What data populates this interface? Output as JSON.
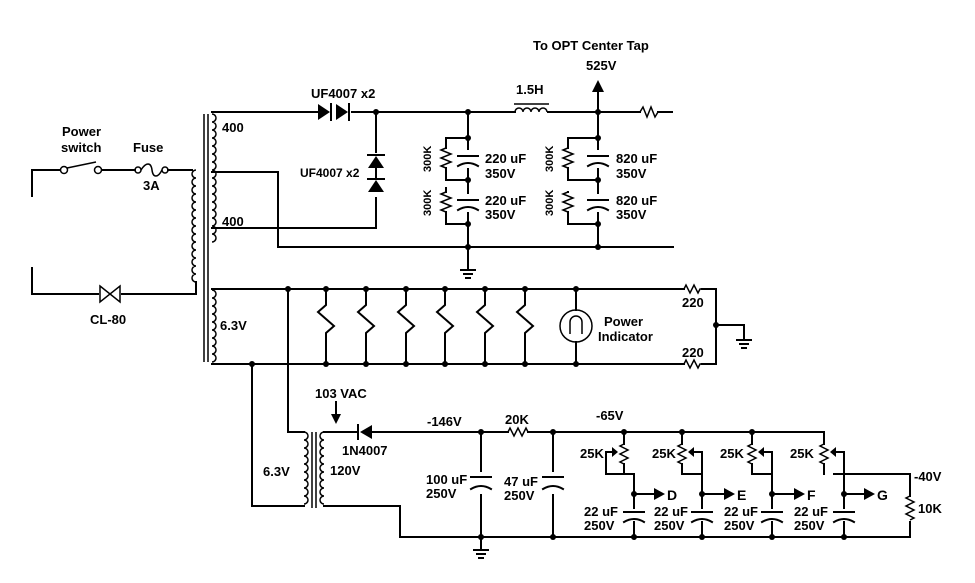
{
  "labels": {
    "power_switch_1": "Power",
    "power_switch_2": "switch",
    "fuse": "Fuse",
    "fuse_rating": "3A",
    "thermistor": "CL-80",
    "hv_winding_top": "400",
    "hv_winding_bottom": "400",
    "heater_winding": "6.3V",
    "rectifier_top": "UF4007 x2",
    "rectifier_bottom": "UF4007 x2",
    "choke": "1.5H",
    "opt_note": "To OPT Center Tap",
    "b_plus": "525V",
    "r_bleed_1": "300K",
    "r_bleed_2": "300K",
    "r_bleed_3": "300K",
    "r_bleed_4": "300K",
    "cap1_value": "220 uF",
    "cap1_voltage": "350V",
    "cap2_value": "220 uF",
    "cap2_voltage": "350V",
    "cap3_value": "820 uF",
    "cap3_voltage": "350V",
    "cap4_value": "820 uF",
    "cap4_voltage": "350V",
    "indicator_1": "Power",
    "indicator_2": "Indicator",
    "hum_r_top": "220",
    "hum_r_bottom": "220",
    "bias_tap": "103 VAC",
    "bias_diode": "1N4007",
    "bias_sec_heater": "6.3V",
    "bias_sec_main": "120V",
    "v_neg146": "-146V",
    "r_20k": "20K",
    "v_neg65": "-65V",
    "v_neg40": "-40V",
    "r_10k": "10K",
    "c_100_value": "100 uF",
    "c_100_voltage": "250V",
    "c_47_value": "47 uF",
    "c_47_voltage": "250V",
    "pot_1": "25K",
    "pot_2": "25K",
    "pot_3": "25K",
    "pot_4": "25K",
    "bias_d": "D",
    "bias_e": "E",
    "bias_f": "F",
    "bias_g": "G",
    "c_bias_1_value": "22 uF",
    "c_bias_1_voltage": "250V",
    "c_bias_2_value": "22 uF",
    "c_bias_2_voltage": "250V",
    "c_bias_3_value": "22 uF",
    "c_bias_3_voltage": "250V",
    "c_bias_4_value": "22 uF",
    "c_bias_4_voltage": "250V"
  }
}
